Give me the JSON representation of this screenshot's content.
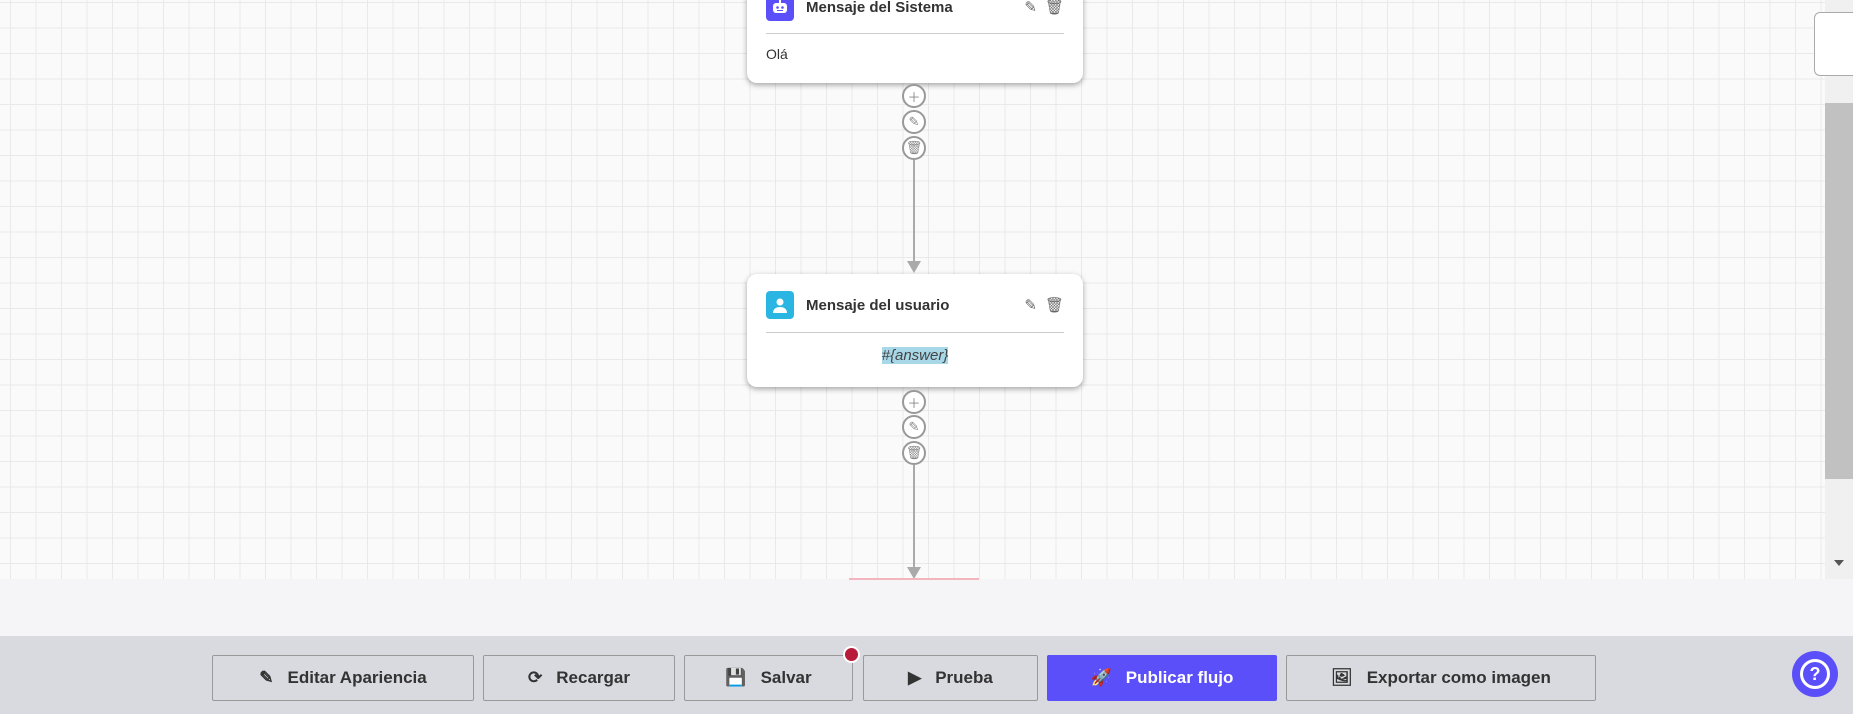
{
  "nodes": [
    {
      "title": "Mensaje del Sistema",
      "body": "Olá",
      "icon": "robot-icon",
      "color": "#5b4ff9"
    },
    {
      "title": "Mensaje del usuario",
      "body": "#{answer}",
      "icon": "user-icon",
      "color": "#2bb5e3"
    }
  ],
  "toolbar": {
    "edit": "Editar Apariencia",
    "reload": "Recargar",
    "save": "Salvar",
    "test": "Prueba",
    "publish": "Publicar flujo",
    "export": "Exportar como imagen"
  },
  "colors": {
    "accent": "#5b4ff9",
    "unsaved_dot": "#b71c3a"
  }
}
